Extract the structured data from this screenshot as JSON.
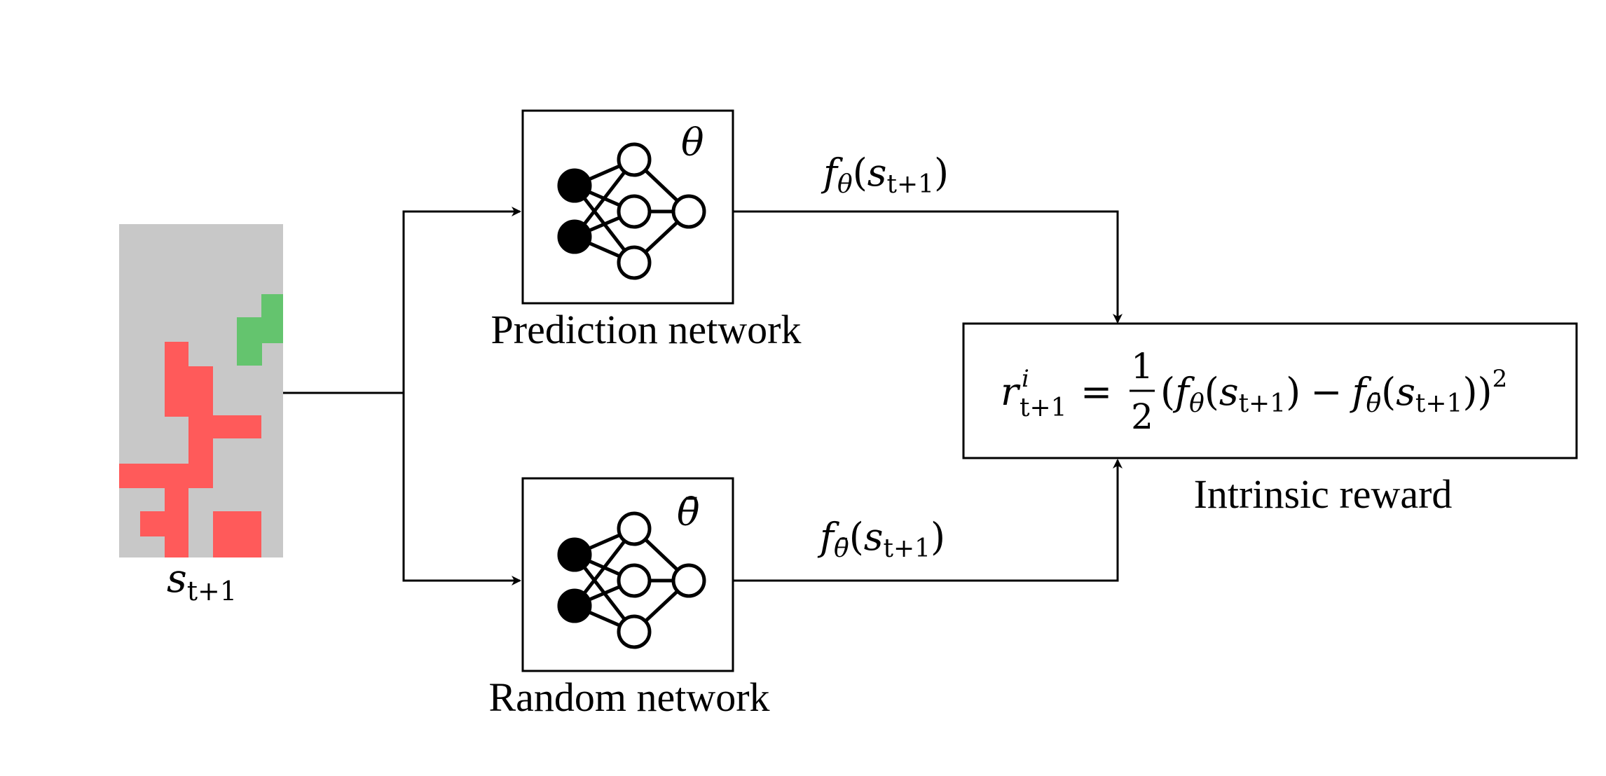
{
  "input_state": {
    "caption_base": "s",
    "caption_sub": "t+1",
    "background_color": "#c8c8c8",
    "agent_color": "#64c46e",
    "obstacle_color": "#ff5a5a"
  },
  "prediction_network": {
    "label": "Prediction network",
    "param": "θ",
    "output_fn": "f",
    "output_fn_sub": "θ",
    "output_arg_base": "s",
    "output_arg_sub": "t+1"
  },
  "random_network": {
    "label": "Random network",
    "param": "θ̄",
    "output_fn": "f",
    "output_fn_sub": "θ̄",
    "output_arg_base": "s",
    "output_arg_sub": "t+1"
  },
  "reward": {
    "label": "Intrinsic reward",
    "lhs_base": "r",
    "lhs_sup": "i",
    "lhs_sub": "t+1",
    "equals": "=",
    "frac_num": "1",
    "frac_den": "2",
    "minus": "−",
    "exponent": "2",
    "pred_fn": "f",
    "pred_sub": "θ",
    "rand_fn": "f",
    "rand_sub": "θ̄",
    "arg_base": "s",
    "arg_sub": "t+1",
    "paren_open": "(",
    "paren_close": ")"
  },
  "colors": {
    "line": "#000000",
    "node_filled": "#000000",
    "node_empty": "#ffffff"
  }
}
